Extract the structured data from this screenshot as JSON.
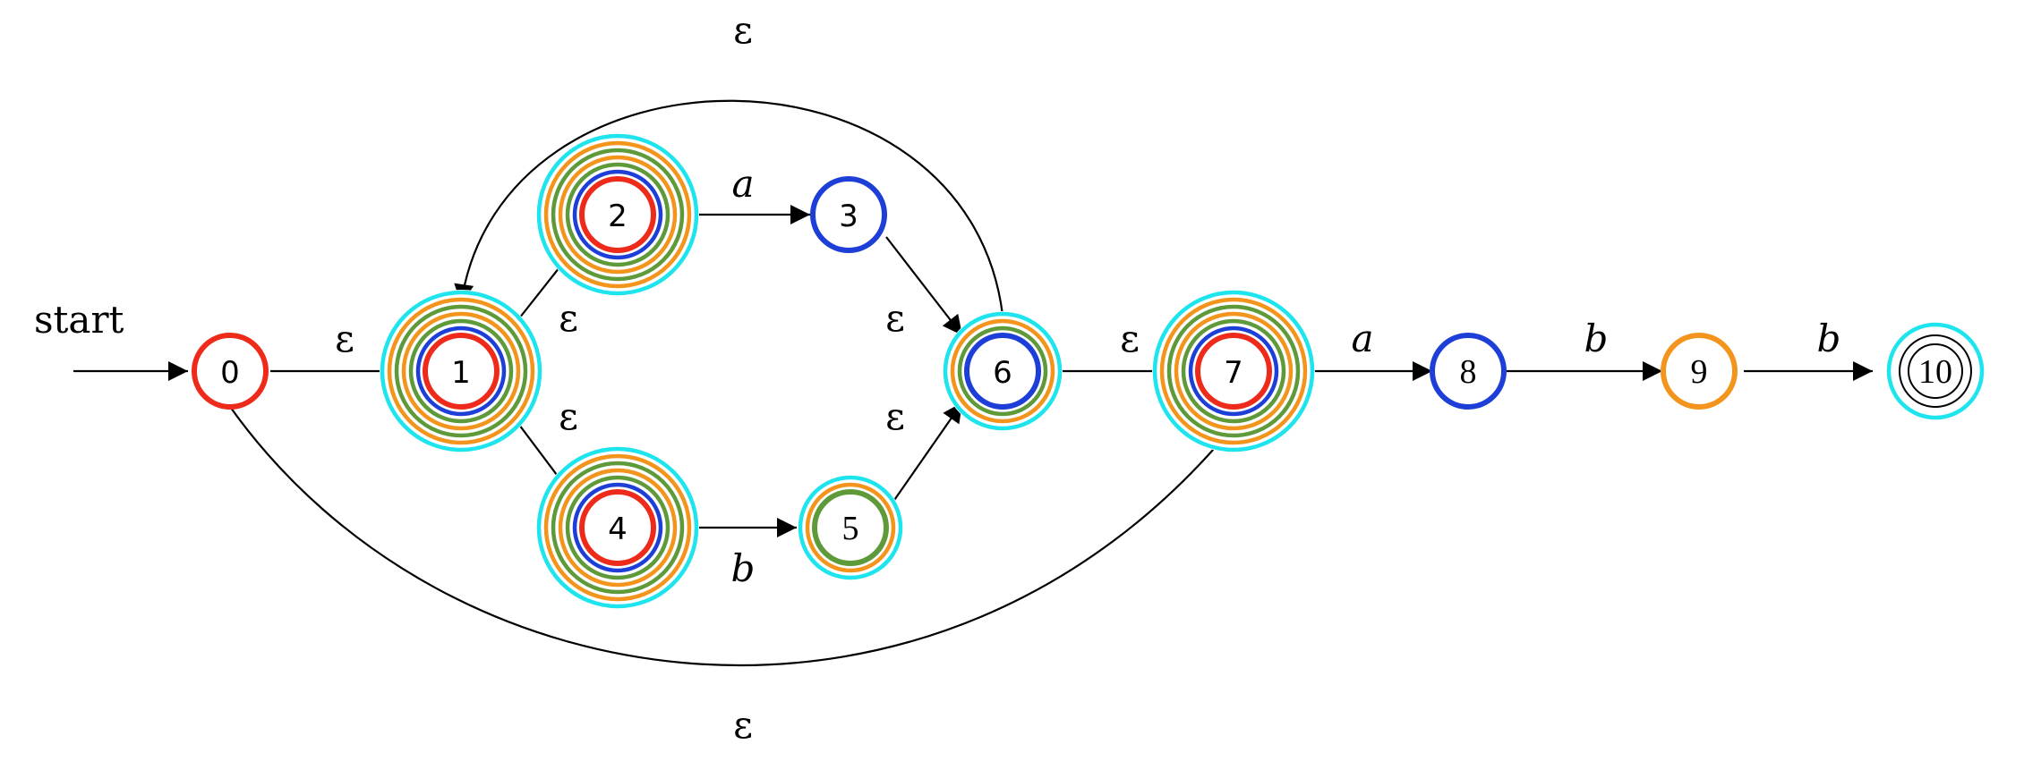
{
  "colors": {
    "red": "#ee2a1b",
    "blue": "#1d3fd8",
    "green": "#5f9a3a",
    "orange": "#f3951c",
    "cyan": "#1ee4ee",
    "black": "#000000"
  },
  "start_label": "start",
  "nodes": [
    {
      "id": "0",
      "rings": [
        "red"
      ],
      "font": "sans"
    },
    {
      "id": "1",
      "rings": [
        "red",
        "blue",
        "green",
        "orange",
        "green",
        "orange",
        "cyan"
      ],
      "font": "sans"
    },
    {
      "id": "2",
      "rings": [
        "red",
        "blue",
        "green",
        "orange",
        "green",
        "orange",
        "cyan"
      ],
      "font": "sans"
    },
    {
      "id": "3",
      "rings": [
        "blue"
      ],
      "font": "sans"
    },
    {
      "id": "4",
      "rings": [
        "red",
        "blue",
        "green",
        "orange",
        "green",
        "orange",
        "cyan"
      ],
      "font": "sans"
    },
    {
      "id": "5",
      "rings": [
        "green",
        "orange",
        "cyan"
      ],
      "font": "serif"
    },
    {
      "id": "6",
      "rings": [
        "blue",
        "green",
        "orange",
        "cyan"
      ],
      "font": "sans"
    },
    {
      "id": "7",
      "rings": [
        "red",
        "blue",
        "green",
        "orange",
        "green",
        "orange",
        "cyan"
      ],
      "font": "sans"
    },
    {
      "id": "8",
      "rings": [
        "blue"
      ],
      "font": "serif"
    },
    {
      "id": "9",
      "rings": [
        "orange"
      ],
      "font": "serif"
    },
    {
      "id": "10",
      "rings": [
        "black",
        "black",
        "cyan"
      ],
      "font": "serif",
      "accepting": true
    }
  ],
  "edges": [
    {
      "from": "start",
      "to": "0",
      "label": ""
    },
    {
      "from": "0",
      "to": "1",
      "label": "ε"
    },
    {
      "from": "1",
      "to": "2",
      "label": "ε"
    },
    {
      "from": "1",
      "to": "4",
      "label": "ε"
    },
    {
      "from": "2",
      "to": "3",
      "label": "a"
    },
    {
      "from": "4",
      "to": "5",
      "label": "b"
    },
    {
      "from": "3",
      "to": "6",
      "label": "ε"
    },
    {
      "from": "5",
      "to": "6",
      "label": "ε"
    },
    {
      "from": "6",
      "to": "1",
      "label": "ε"
    },
    {
      "from": "6",
      "to": "7",
      "label": "ε"
    },
    {
      "from": "0",
      "to": "7",
      "label": "ε"
    },
    {
      "from": "7",
      "to": "8",
      "label": "a"
    },
    {
      "from": "8",
      "to": "9",
      "label": "b"
    },
    {
      "from": "9",
      "to": "10",
      "label": "b"
    }
  ]
}
